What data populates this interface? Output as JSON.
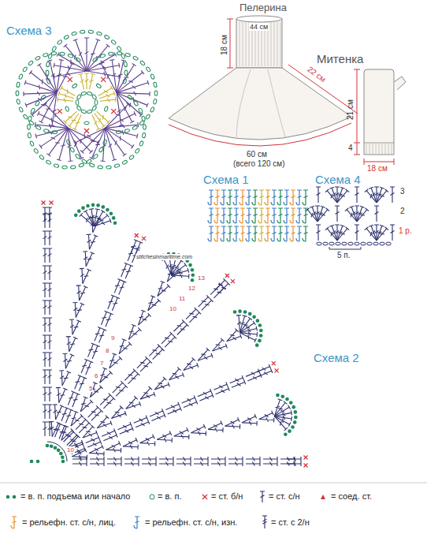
{
  "diagram": {
    "labels": [
      "Схема 3",
      "Пелерина",
      "44 см",
      "18 см",
      "22 см",
      "60 см",
      "(всего 120 см)",
      "Митенка",
      "21 см",
      "4",
      "18 см",
      "Схема 1",
      "Схема 4",
      "3",
      "2",
      "1 р.",
      "5 п.",
      "stitchesinmaritime.com",
      "Схема 2",
      "13",
      "12",
      "11",
      "10",
      "9",
      "8",
      "7",
      "6",
      "5",
      "10"
    ],
    "legend": [
      {
        "text": "= в. п. подъема или начало"
      },
      {
        "text": "= в. п."
      },
      {
        "text": "= ст. б/н"
      },
      {
        "text": "= ст. с/н"
      },
      {
        "text": "= соед. ст."
      },
      {
        "text": "= рельефн. ст. с/н, лиц."
      },
      {
        "text": "= рельефн. ст. с/н, изн."
      },
      {
        "text": "= ст. с 2/н"
      }
    ]
  }
}
